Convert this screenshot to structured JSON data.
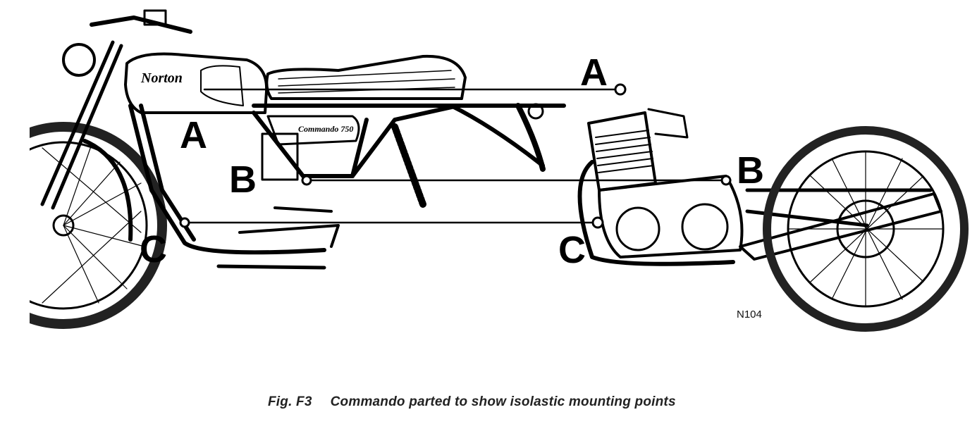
{
  "figure": {
    "number": "Fig. F3",
    "caption": "Commando parted to show isolastic mounting points",
    "reference": "N104"
  },
  "labels": {
    "a_left": "A",
    "a_right": "A",
    "b_left": "B",
    "b_right": "B",
    "c_left": "C",
    "c_right": "C"
  },
  "branding": {
    "tank": "Norton",
    "side_panel": "Commando 750"
  }
}
